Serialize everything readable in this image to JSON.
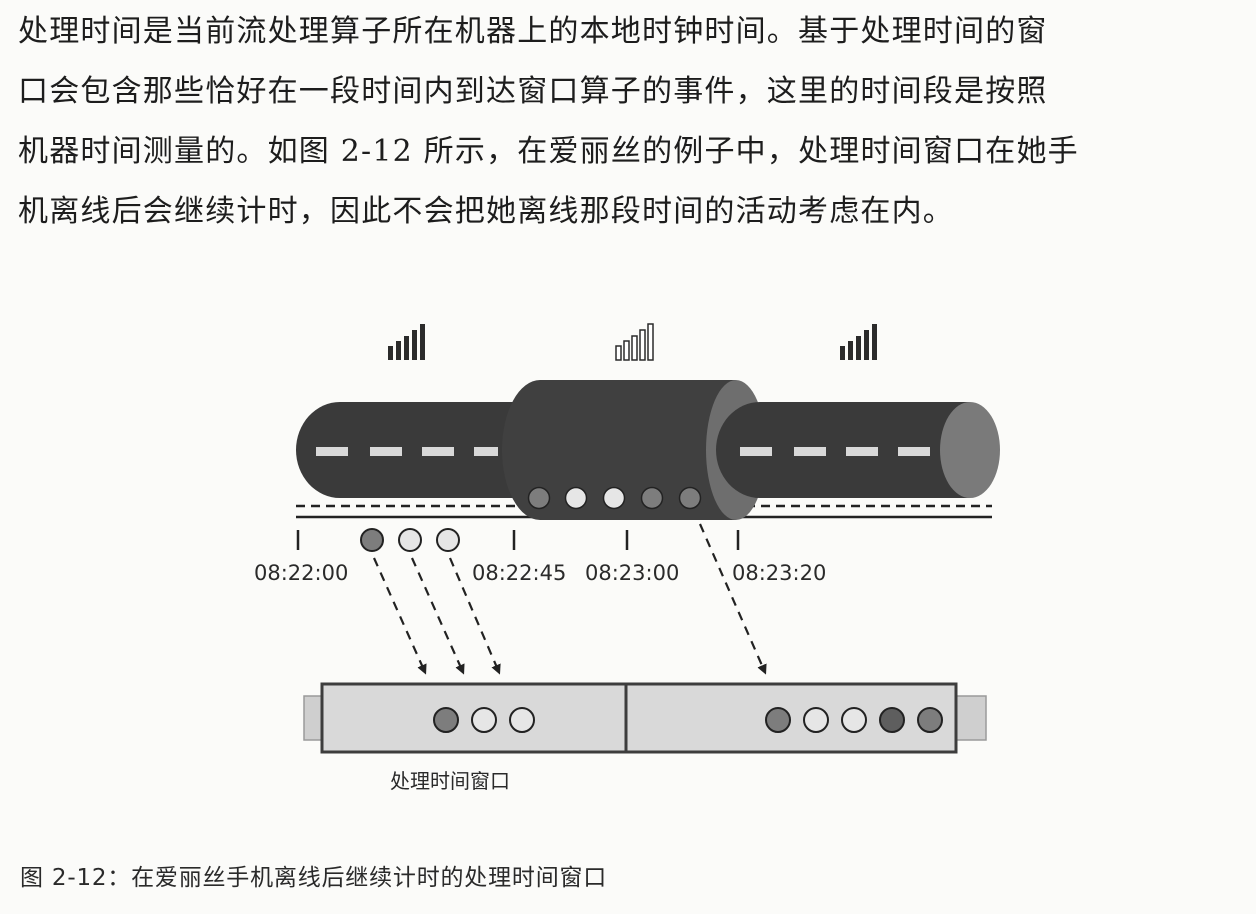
{
  "paragraph": {
    "lines": [
      "处理时间是当前流处理算子所在机器上的本地时钟时间。基于处理时间的窗",
      "口会包含那些恰好在一段时间内到达窗口算子的事件，这里的时间段是按照",
      "机器时间测量的。如图 2-12 所示，在爱丽丝的例子中，处理时间窗口在她手",
      "机离线后会继续计时，因此不会把她离线那段时间的活动考虑在内。"
    ]
  },
  "figure": {
    "timeline_labels": [
      "08:22:00",
      "08:22:45",
      "08:23:00",
      "08:23:20"
    ],
    "window_label": "处理时间窗口",
    "signal_icons": [
      {
        "name": "signal-strong-icon"
      },
      {
        "name": "signal-none-icon"
      },
      {
        "name": "signal-strong-icon"
      }
    ],
    "colors": {
      "tube_dark": "#3a3a3a",
      "tube_end": "#7a7a7a",
      "event_dark": "#7d7d7d",
      "event_light": "#e6e6e6",
      "window_fill": "#d6d6d6",
      "window_border": "#3d3d3d"
    }
  },
  "caption": {
    "text": "图 2-12：在爱丽丝手机离线后继续计时的处理时间窗口"
  }
}
